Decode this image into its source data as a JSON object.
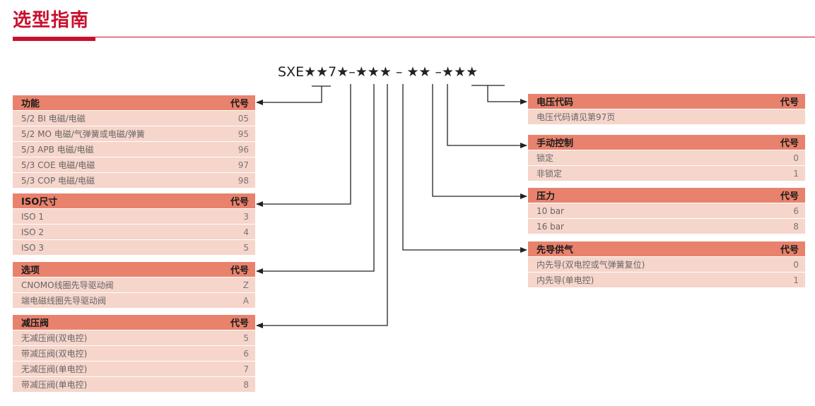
{
  "page": {
    "title": "选型指南"
  },
  "model_code": "SXE★★7★–★★★ – ★★ –★★★",
  "left_tables": [
    {
      "title": "功能",
      "code_label": "代号",
      "rows": [
        {
          "label": "5/2 BI 电磁/电磁",
          "code": "05"
        },
        {
          "label": "5/2 MO 电磁/气弹簧或电磁/弹簧",
          "code": "95"
        },
        {
          "label": "5/3 APB 电磁/电磁",
          "code": "96"
        },
        {
          "label": "5/3 COE 电磁/电磁",
          "code": "97"
        },
        {
          "label": "5/3 COP 电磁/电磁",
          "code": "98"
        }
      ]
    },
    {
      "title": "ISO尺寸",
      "code_label": "代号",
      "rows": [
        {
          "label": "ISO 1",
          "code": "3"
        },
        {
          "label": "ISO 2",
          "code": "4"
        },
        {
          "label": "ISO 3",
          "code": "5"
        }
      ]
    },
    {
      "title": "选项",
      "code_label": "代号",
      "rows": [
        {
          "label": "CNOMO线圈先导驱动阀",
          "code": "Z"
        },
        {
          "label": "端电磁线圈先导驱动阀",
          "code": "A"
        }
      ]
    },
    {
      "title": "减压阀",
      "code_label": "代号",
      "rows": [
        {
          "label": "无减压阀(双电控)",
          "code": "5"
        },
        {
          "label": "带减压阀(双电控)",
          "code": "6"
        },
        {
          "label": "无减压阀(单电控)",
          "code": "7"
        },
        {
          "label": "带减压阀(单电控)",
          "code": "8"
        }
      ]
    }
  ],
  "right_tables": [
    {
      "title": "电压代码",
      "code_label": "代号",
      "rows": [
        {
          "label": "电压代码请见第97页",
          "code": ""
        }
      ]
    },
    {
      "title": "手动控制",
      "code_label": "代号",
      "rows": [
        {
          "label": "锁定",
          "code": "0"
        },
        {
          "label": "非锁定",
          "code": "1"
        }
      ]
    },
    {
      "title": "压力",
      "code_label": "代号",
      "rows": [
        {
          "label": "10 bar",
          "code": "6"
        },
        {
          "label": "16 bar",
          "code": "8"
        }
      ]
    },
    {
      "title": "先导供气",
      "code_label": "代号",
      "rows": [
        {
          "label": "内先导(双电控或气弹簧复位)",
          "code": "0"
        },
        {
          "label": "内先导(单电控)",
          "code": "1"
        }
      ]
    }
  ],
  "colors": {
    "brand": "#c8102e",
    "header": "#e8826d",
    "row": "#f6d5cb"
  }
}
